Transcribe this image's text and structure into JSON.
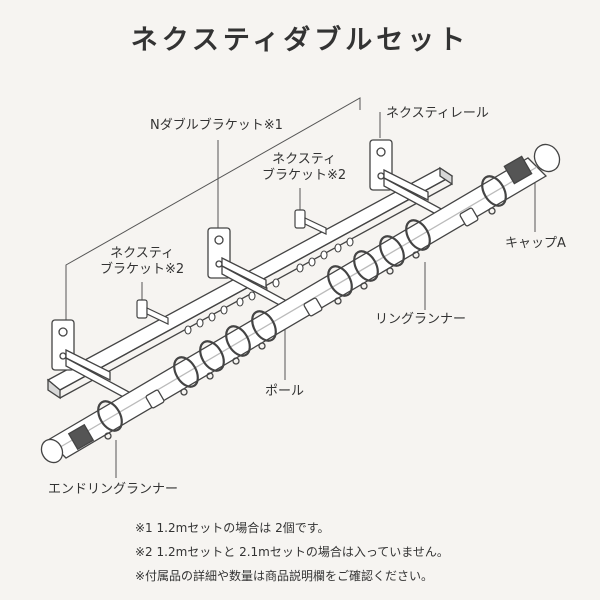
{
  "title": "ネクスティダブルセット",
  "labels": {
    "n_double_bracket": "Nダブルブラケット※1",
    "nexty_rail": "ネクスティレール",
    "nexty_bracket_a_line1": "ネクスティ",
    "nexty_bracket_a_line2": "ブラケット※2",
    "nexty_bracket_b_line1": "ネクスティ",
    "nexty_bracket_b_line2": "ブラケット※2",
    "cap_a": "キャップA",
    "ring_runner": "リングランナー",
    "pole": "ポール",
    "end_ring_runner": "エンドリングランナー"
  },
  "notes": [
    "※1 1.2mセットの場合は 2個です。",
    "※2 1.2mセットと 2.1mセットの場合は入っていません。",
    "※付属品の詳細や数量は商品説明欄をご確認ください。"
  ]
}
